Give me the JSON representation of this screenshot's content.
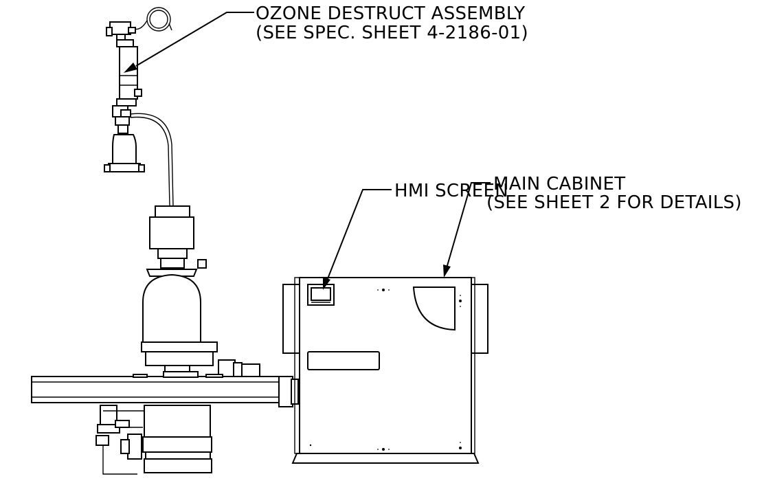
{
  "callouts": {
    "ozone_line1": "OZONE DESTRUCT ASSEMBLY",
    "ozone_line2": "(SEE SPEC. SHEET 4-2186-01)",
    "hmi": "HMI SCREEN",
    "cabinet_line1": "MAIN CABINET",
    "cabinet_line2": "(SEE SHEET 2 FOR DETAILS)"
  },
  "colors": {
    "line": "#000000",
    "background": "#ffffff"
  }
}
